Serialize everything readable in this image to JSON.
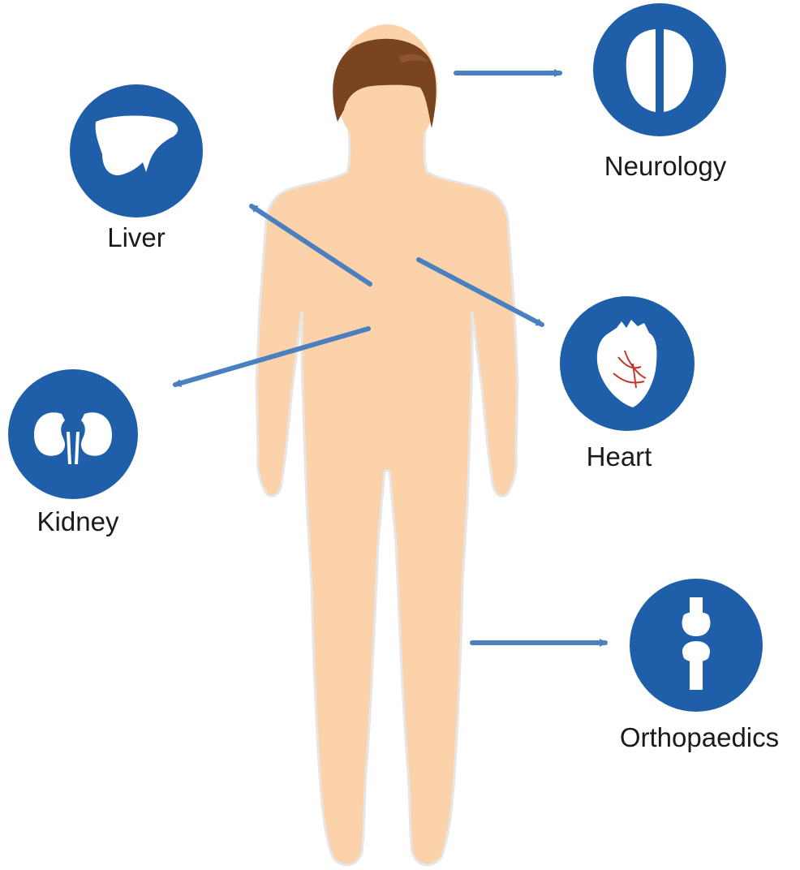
{
  "colors": {
    "background": "#ffffff",
    "icon_circle": "#1f5ea8",
    "arrow": "#4a7fc0",
    "skin": "#fcd2aa",
    "skin_outline": "#e3e3e3",
    "hair": "#7a4420",
    "icon_glyph": "#ffffff",
    "heart_vessels": "#c0392b"
  },
  "figure": {
    "icon": "human-body-figure"
  },
  "organs": [
    {
      "id": "neurology",
      "label": "Neurology",
      "icon": "brain-icon"
    },
    {
      "id": "liver",
      "label": "Liver",
      "icon": "liver-icon"
    },
    {
      "id": "heart",
      "label": "Heart",
      "icon": "heart-icon"
    },
    {
      "id": "kidney",
      "label": "Kidney",
      "icon": "kidney-icon"
    },
    {
      "id": "orthopaedics",
      "label": "Orthopaedics",
      "icon": "bone-joint-icon"
    }
  ]
}
